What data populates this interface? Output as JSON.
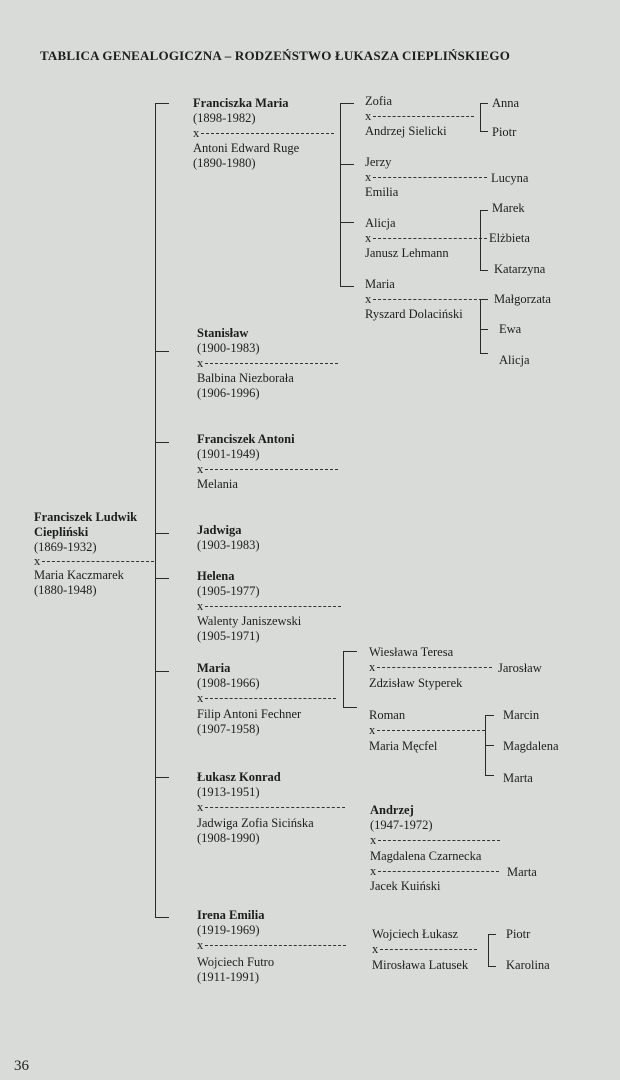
{
  "title": "TABLICA GENEALOGICZNA – RODZEŃSTWO ŁUKASZA CIEPLIŃSKIEGO",
  "page_number": "36",
  "marriage_mark": "x",
  "root": {
    "name_line1": "Franciszek Ludwik",
    "name_line2": "Ciepliński",
    "years": "(1869-1932)",
    "spouse": "Maria Kaczmarek",
    "spouse_years": "(1880-1948)"
  },
  "children": [
    {
      "name": "Franciszka Maria",
      "years": "(1898-1982)",
      "spouse": "Antoni Edward Ruge",
      "spouse_years": "(1890-1980)"
    },
    {
      "name": "Stanisław",
      "years": "(1900-1983)",
      "spouse": "Balbina Niezborała",
      "spouse_years": "(1906-1996)"
    },
    {
      "name": "Franciszek Antoni",
      "years": "(1901-1949)",
      "spouse": "Melania"
    },
    {
      "name": "Jadwiga",
      "years": "(1903-1983)"
    },
    {
      "name": "Helena",
      "years": "(1905-1977)",
      "spouse": "Walenty Janiszewski",
      "spouse_years": "(1905-1971)"
    },
    {
      "name": "Maria",
      "years": "(1908-1966)",
      "spouse": "Filip Antoni Fechner",
      "spouse_years": "(1907-1958)"
    },
    {
      "name": "Łukasz Konrad",
      "years": "(1913-1951)",
      "spouse": "Jadwiga Zofia Sicińska",
      "spouse_years": "(1908-1990)"
    },
    {
      "name": "Irena Emilia",
      "years": "(1919-1969)",
      "spouse": "Wojciech Futro",
      "spouse_years": "(1911-1991)"
    }
  ],
  "franciszka_children": [
    {
      "name": "Zofia",
      "spouse": "Andrzej Sielicki"
    },
    {
      "name": "Jerzy",
      "spouse": "Emilia"
    },
    {
      "name": "Alicja",
      "spouse": "Janusz Lehmann"
    },
    {
      "name": "Maria",
      "spouse": "Ryszard Dolaciński"
    }
  ],
  "franciszka_grandchildren": [
    "Anna",
    "Piotr",
    "Lucyna",
    "Marek",
    "Elżbieta",
    "Katarzyna",
    "Małgorzata",
    "Ewa",
    "Alicja"
  ],
  "maria_children": [
    {
      "name": "Wiesława Teresa",
      "spouse": "Zdzisław Styperek"
    },
    {
      "name": "Roman",
      "spouse": "Maria Męcfel"
    }
  ],
  "maria_grandchildren": [
    "Jarosław",
    "Marcin",
    "Magdalena",
    "Marta"
  ],
  "lukasz_child": {
    "name": "Andrzej",
    "years": "(1947-1972)",
    "spouse": "Magdalena Czarnecka",
    "spouse2": "Jacek Kuiński"
  },
  "lukasz_grandchild": "Marta",
  "irena_child": {
    "name": "Wojciech Łukasz",
    "spouse": "Mirosława Latusek"
  },
  "irena_grandchildren": [
    "Piotr",
    "Karolina"
  ]
}
